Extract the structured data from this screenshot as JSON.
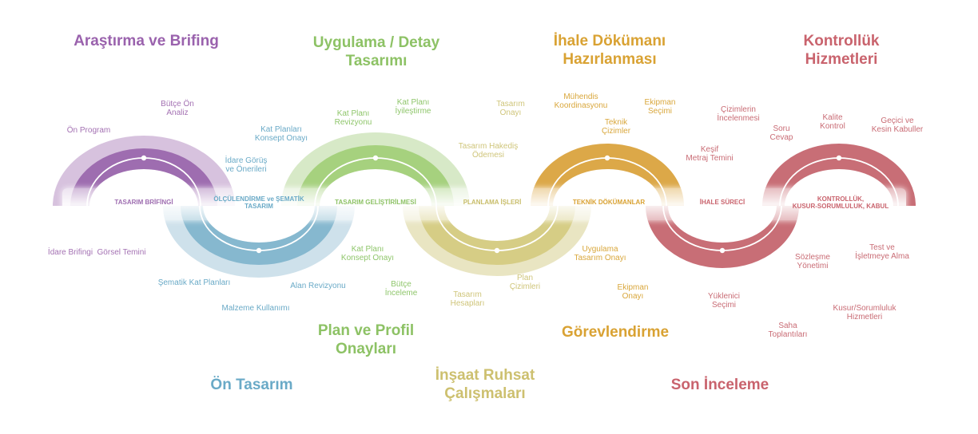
{
  "colors": {
    "purple": "#9e6db0",
    "blue": "#7ab3cc",
    "green": "#9ccb78",
    "yellow": "#d8d08b",
    "orange": "#dca848",
    "red": "#c86e76"
  },
  "phase_titles": {
    "arastirma_l1": "Araştırma ve Brifing",
    "uygulama_l1": "Uygulama / Detay",
    "uygulama_l2": "Tasarımı",
    "ihale_dok_l1": "İhale Dökümanı",
    "ihale_dok_l2": "Hazırlanması",
    "kontrolluk_l1": "Kontrollük",
    "kontrolluk_l2": "Hizmetleri",
    "plan_profil_l1": "Plan ve Profil",
    "plan_profil_l2": "Onayları",
    "gorevlendirme": "Görevlendirme",
    "on_tasarim": "Ön Tasarım",
    "insaat_l1": "İnşaat Ruhsat",
    "insaat_l2": "Çalışmaları",
    "son_inceleme": "Son İnceleme"
  },
  "stages": {
    "s1": "TASARIM BRİFİNGİ",
    "s2_l1": "ÖLÇÜLENDİRME ve ŞEMATİK",
    "s2_l2": "TASARIM",
    "s3": "TASARIM GELİŞTİRİLMESİ",
    "s4": "PLANLAMA İŞLERİ",
    "s5": "TEKNİK DÖKÜMANLAR",
    "s6": "İHALE SÜRECİ",
    "s7_l1": "KONTROLLÜK,",
    "s7_l2": "KUSUR-SORUMLULUK, KABUL"
  },
  "labels": {
    "butce_on_analiz_l1": "Bütçe Ön",
    "butce_on_analiz_l2": "Analiz",
    "on_program": "Ön Program",
    "idare_brifingi": "İdare Brifingi",
    "gorsel_temini": "Görsel Temini",
    "kat_planlari_konsept_l1": "Kat Planları",
    "kat_planlari_konsept_l2": "Konsept Onayı",
    "idare_gorus_l1": "İdare Görüş",
    "idare_gorus_l2": "ve Önerileri",
    "sematik_kat_planlari": "Şematik Kat Planları",
    "alan_revizyonu": "Alan Revizyonu",
    "malzeme_kullanimi": "Malzeme Kullanımı",
    "kat_plani_revizyonu_l1": "Kat Planı",
    "kat_plani_revizyonu_l2": "Revizyonu",
    "kat_plani_iyilestirme_l1": "Kat Planı",
    "kat_plani_iyilestirme_l2": "İyileştirme",
    "kat_plani_konsept_l1": "Kat Planı",
    "kat_plani_konsept_l2": "Konsept Onayı",
    "butce_inceleme_l1": "Bütçe",
    "butce_inceleme_l2": "İnceleme",
    "tasarim_onayi_l1": "Tasarım",
    "tasarim_onayi_l2": "Onayı",
    "tasarim_hakedis_l1": "Tasarım Hakediş",
    "tasarim_hakedis_l2": "Ödemesi",
    "plan_cizimleri_l1": "Plan",
    "plan_cizimleri_l2": "Çizimleri",
    "tasarim_hesaplari_l1": "Tasarım",
    "tasarim_hesaplari_l2": "Hesapları",
    "muhendis_koord_l1": "Mühendis",
    "muhendis_koord_l2": "Koordinasyonu",
    "ekipman_secimi_l1": "Ekipman",
    "ekipman_secimi_l2": "Seçimi",
    "teknik_cizimler_l1": "Teknik",
    "teknik_cizimler_l2": "Çizimler",
    "uygulama_tasarim_onayi_l1": "Uygulama",
    "uygulama_tasarim_onayi_l2": "Tasarım Onayı",
    "ekipman_onayi_l1": "Ekipman",
    "ekipman_onayi_l2": "Onayı",
    "cizimlerin_incelenmesi_l1": "Çizimlerin",
    "cizimlerin_incelenmesi_l2": "İncelenmesi",
    "kesif_metraj_l1": "Keşif",
    "kesif_metraj_l2": "Metraj Temini",
    "yuklenici_secimi_l1": "Yüklenici",
    "yuklenici_secimi_l2": "Seçimi",
    "saha_toplantilari_l1": "Saha",
    "saha_toplantilari_l2": "Toplantıları",
    "soru_cevap_l1": "Soru",
    "soru_cevap_l2": "Cevap",
    "kalite_kontrol_l1": "Kalite",
    "kalite_kontrol_l2": "Kontrol",
    "gecici_kesin_l1": "Geçici ve",
    "gecici_kesin_l2": "Kesin Kabuller",
    "sozlesme_yonetimi_l1": "Sözleşme",
    "sozlesme_yonetimi_l2": "Yönetimi",
    "test_isletme_l1": "Test ve",
    "test_isletme_l2": "İşletmeye Alma",
    "kusur_sorumluluk_l1": "Kusur/Sorumluluk",
    "kusur_sorumluluk_l2": "Hizmetleri"
  }
}
